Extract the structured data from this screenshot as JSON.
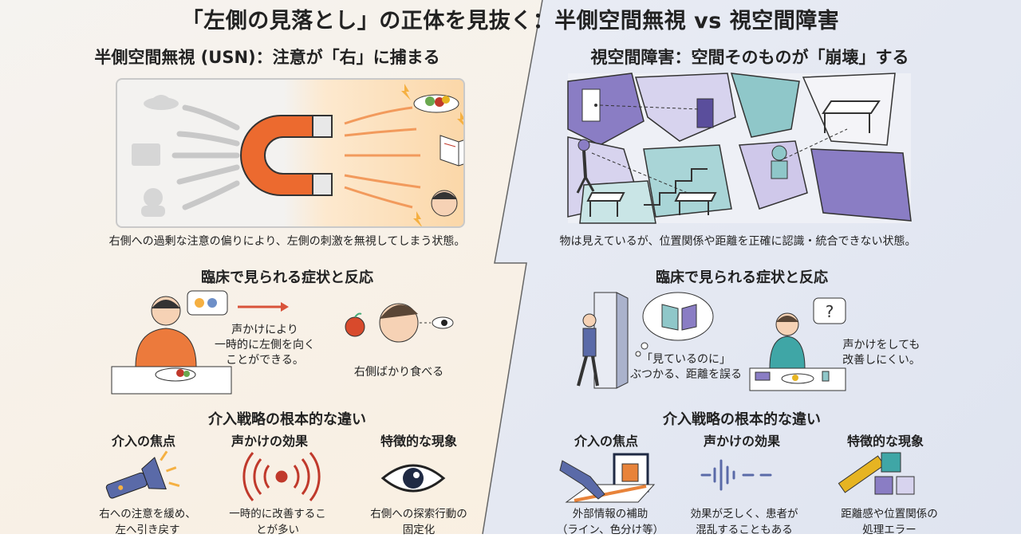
{
  "title": "「左側の見落とし」の正体を見抜く：半側空間無視 vs 視空間障害",
  "left": {
    "heading": "半側空間無視 (USN)：注意が「右」に捕まる",
    "caption": "右側への過剰な注意の偏りにより、左側の刺激を無視してしまう状態。",
    "symptoms_heading": "臨床で見られる症状と反応",
    "voice_note": [
      "声かけにより",
      "一時的に左側を向く",
      "ことができる。"
    ],
    "eats_right": "右側ばかり食べる",
    "strategy_heading": "介入戦略の根本的な違い",
    "columns": [
      {
        "label": "介入の焦点",
        "icon": "flashlight-icon",
        "desc": [
          "右への注意を緩め、",
          "左へ引き戻す"
        ]
      },
      {
        "label": "声かけの効果",
        "icon": "sound-waves-icon",
        "desc": [
          "一時的に改善するこ",
          "とが多い"
        ]
      },
      {
        "label": "特徴的な現象",
        "icon": "eye-icon",
        "desc": [
          "右側への探索行動の",
          "固定化"
        ]
      }
    ]
  },
  "right": {
    "heading": "視空間障害：空間そのものが「崩壊」する",
    "caption": "物は見えているが、位置関係や距離を正確に認識・統合できない状態。",
    "symptoms_heading": "臨床で見られる症状と反応",
    "bump_note": [
      "「見ているのに」",
      "ぶつかる、距離を誤る"
    ],
    "voice_note": [
      "声かけをしても",
      "改善しにくい。"
    ],
    "question_mark": "?",
    "strategy_heading": "介入戦略の根本的な違い",
    "columns": [
      {
        "label": "介入の焦点",
        "icon": "guide-line-icon",
        "desc": [
          "外部情報の補助",
          "（ライン、色分け等）"
        ]
      },
      {
        "label": "声かけの効果",
        "icon": "weak-signal-icon",
        "desc": [
          "効果が乏しく、患者が",
          "混乱することもある"
        ]
      },
      {
        "label": "特徴的な現象",
        "icon": "ruler-blocks-icon",
        "desc": [
          "距離感や位置関係の",
          "処理エラー"
        ]
      }
    ]
  },
  "colors": {
    "accent_orange": "#ee6a2c",
    "navy": "#1f2a44",
    "purple": "#8878c0",
    "teal": "#7fc3c8"
  }
}
